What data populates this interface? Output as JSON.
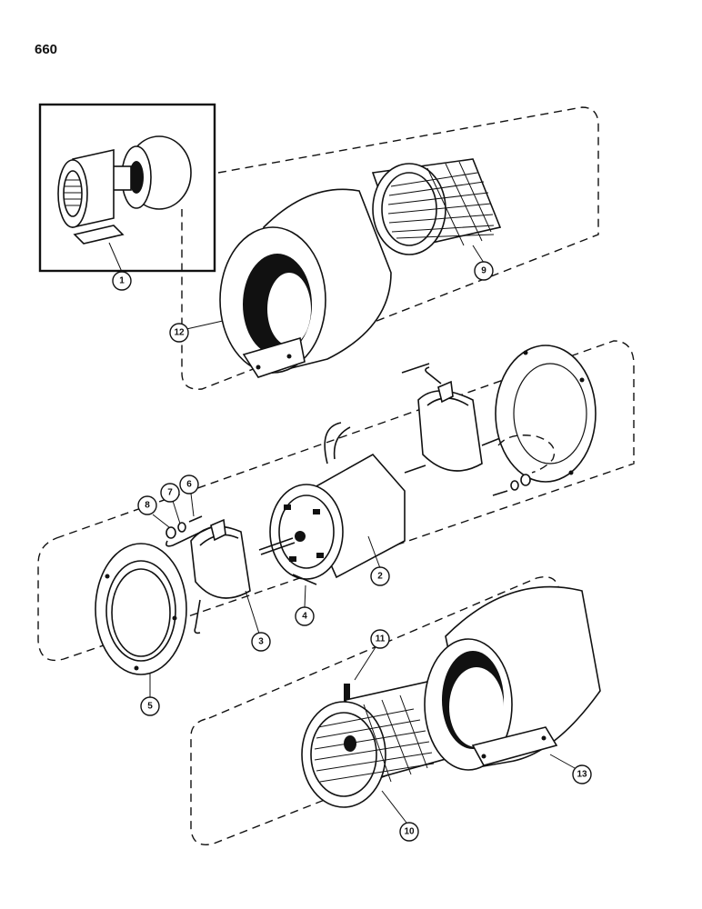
{
  "page_number": "660",
  "callouts": {
    "c1": "1",
    "c2": "2",
    "c3": "3",
    "c4": "4",
    "c5": "5",
    "c6": "6",
    "c7": "7",
    "c8": "8",
    "c9": "9",
    "c10": "10",
    "c11": "11",
    "c12": "12",
    "c13": "13"
  }
}
